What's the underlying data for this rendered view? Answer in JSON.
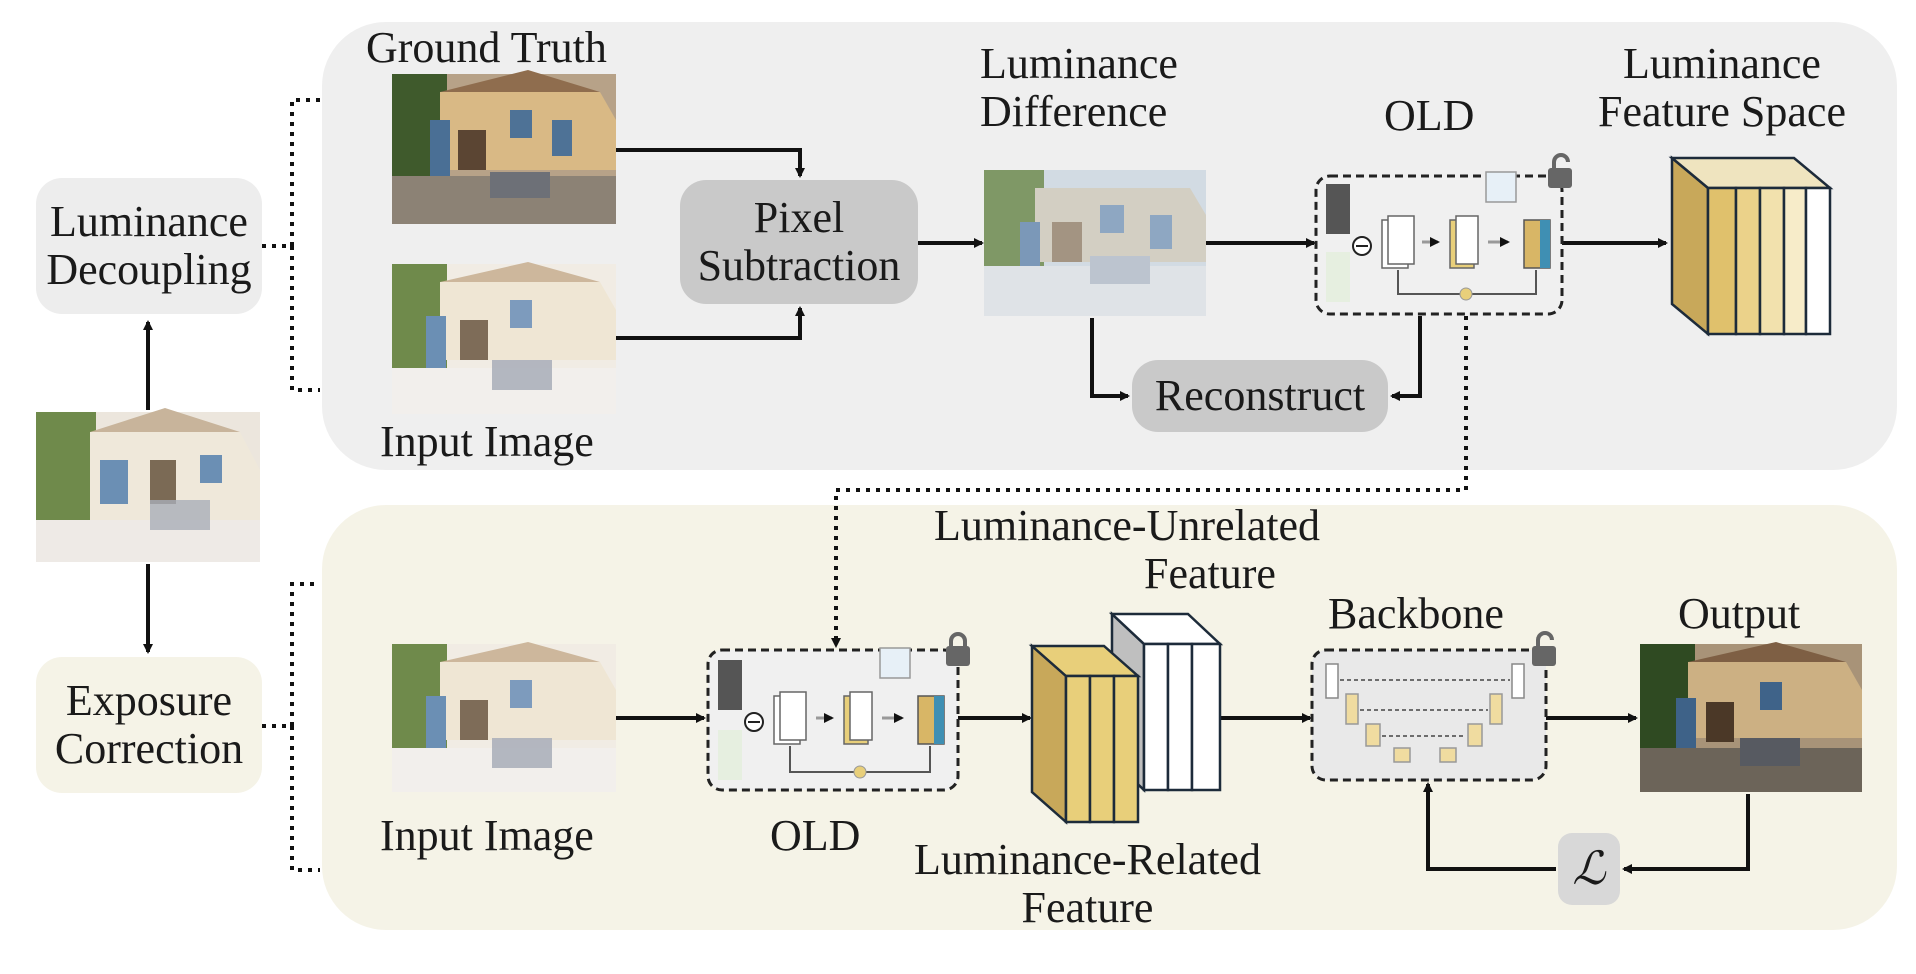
{
  "left": {
    "decoupling_line1": "Luminance",
    "decoupling_line2": "Decoupling",
    "correction_line1": "Exposure",
    "correction_line2": "Correction"
  },
  "top": {
    "ground_truth": "Ground Truth",
    "input_image": "Input Image",
    "pixel_sub_line1": "Pixel",
    "pixel_sub_line2": "Subtraction",
    "lum_diff_line1": "Luminance",
    "lum_diff_line2": "Difference",
    "old": "OLD",
    "feature_space_line1": "Luminance",
    "feature_space_line2": "Feature Space",
    "reconstruct": "Reconstruct"
  },
  "bottom": {
    "input_image": "Input Image",
    "old": "OLD",
    "unrelated_line1": "Luminance-Unrelated",
    "unrelated_line2": "Feature",
    "related_line1": "Luminance-Related",
    "related_line2": "Feature",
    "backbone": "Backbone",
    "output": "Output",
    "loss": "ℒ"
  },
  "icons": [
    "unlock-icon",
    "lock-icon"
  ],
  "colors": {
    "top_panel": "#efefef",
    "bottom_panel": "#f5f3e7",
    "label_box": "#c9c9c9",
    "gold": "#e8cf7a",
    "blue_slab": "#3f8fb3"
  }
}
